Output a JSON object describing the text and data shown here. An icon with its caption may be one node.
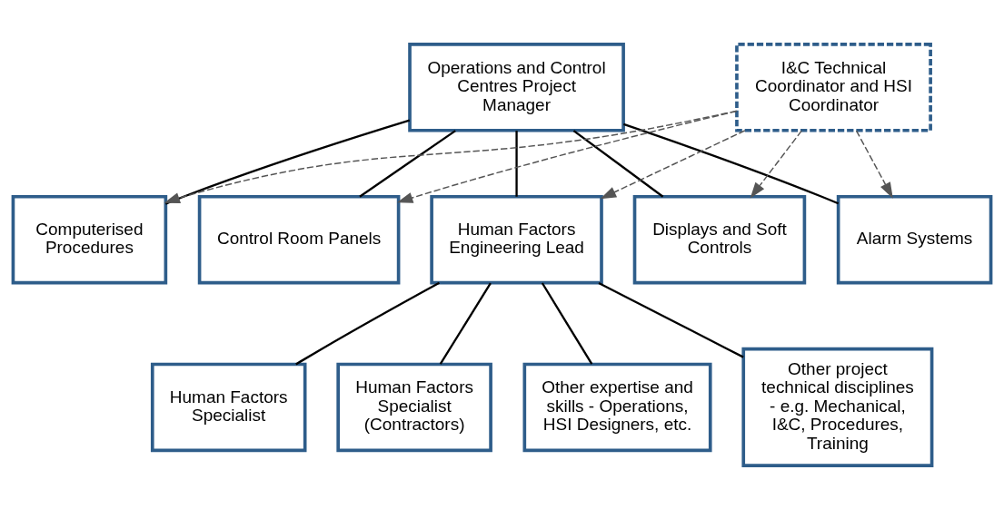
{
  "diagram": {
    "nodes": [
      {
        "text": [
          "Operations and Control Centres Project Manager"
        ]
      },
      {
        "text": [
          "I&C Technical Coordinator and HSI Coordinator"
        ]
      },
      {
        "text": [
          "Computerised Procedures"
        ]
      },
      {
        "text": [
          "Control Room Panels"
        ]
      },
      {
        "text": [
          "Human Factors Engineering Lead"
        ]
      },
      {
        "text": [
          "Displays and Soft Controls"
        ]
      },
      {
        "text": [
          "Alarm Systems"
        ]
      },
      {
        "text": [
          "Human Factors Specialist"
        ]
      },
      {
        "text": [
          "Human Factors Specialist (Contractors)"
        ]
      },
      {
        "text": [
          "Other expertise and skills - Operations, HSI Designers, etc."
        ]
      },
      {
        "text": [
          "Other project technical disciplines - e.g. Mechanical, I&C, Procedures, Training"
        ]
      }
    ],
    "edges": [
      {
        "from": 0,
        "to": 2,
        "arrow": "none"
      },
      {
        "from": 0,
        "to": 3,
        "arrow": "none"
      },
      {
        "from": 0,
        "to": 4,
        "arrow": "none"
      },
      {
        "from": 0,
        "to": 5,
        "arrow": "none"
      },
      {
        "from": 0,
        "to": 6,
        "arrow": "none"
      },
      {
        "from": 1,
        "to": 2,
        "arrow": "to",
        "style": "dashed",
        "color": "#555555"
      },
      {
        "from": 1,
        "to": 3,
        "arrow": "to",
        "style": "dashed",
        "color": "#555555"
      },
      {
        "from": 1,
        "to": 4,
        "arrow": "to",
        "style": "dashed",
        "color": "#555555"
      },
      {
        "from": 1,
        "to": 5,
        "arrow": "to",
        "style": "dashed",
        "color": "#555555"
      },
      {
        "from": 1,
        "to": 6,
        "arrow": "to",
        "style": "dashed",
        "color": "#555555"
      },
      {
        "from": 4,
        "to": 7,
        "arrow": "none"
      },
      {
        "from": 4,
        "to": 8,
        "arrow": "none"
      },
      {
        "from": 4,
        "to": 9,
        "arrow": "none"
      },
      {
        "from": 4,
        "to": 10,
        "arrow": "none"
      }
    ]
  }
}
